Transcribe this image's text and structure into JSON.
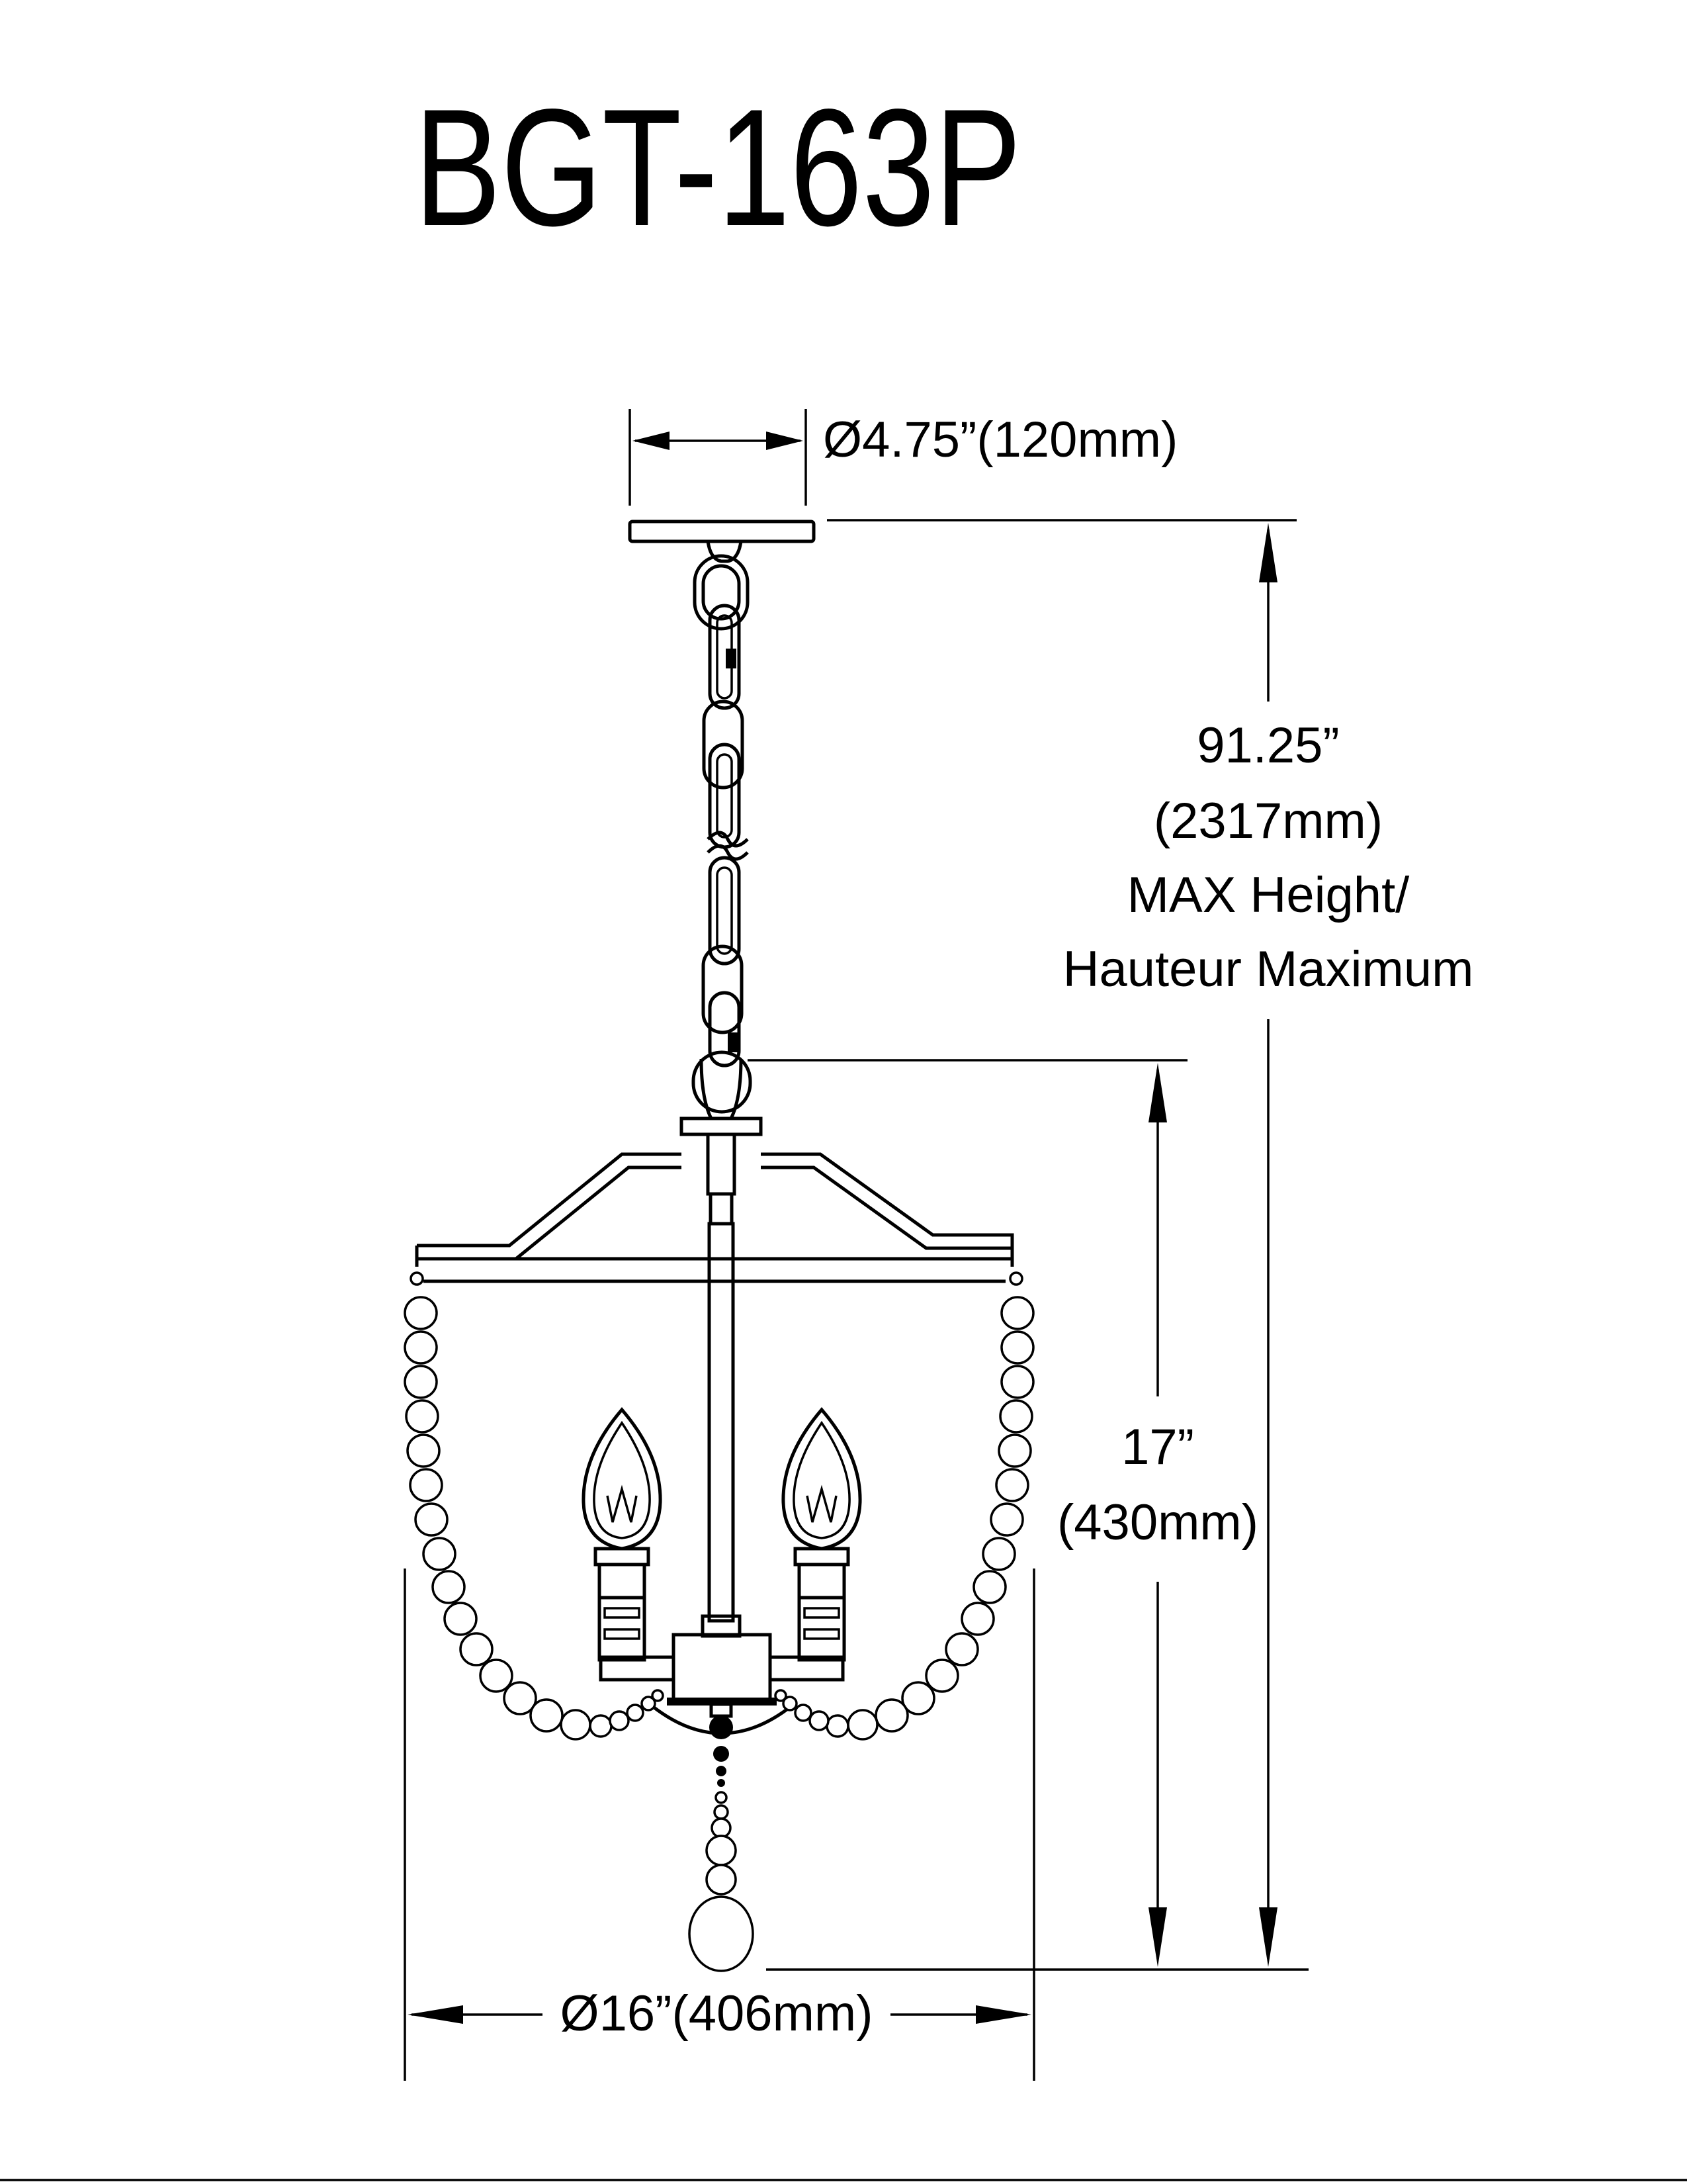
{
  "model": "BGT-163P",
  "dimensions": {
    "canopy_diameter": "Ø4.75”(120mm)",
    "max_height_in": "91.25”",
    "max_height_mm": "(2317mm)",
    "max_height_label_en": "MAX Height/",
    "max_height_label_fr": "Hauteur Maximum",
    "fixture_height_in": "17”",
    "fixture_height_mm": "(430mm)",
    "fixture_diameter": "Ø16”(406mm)"
  }
}
